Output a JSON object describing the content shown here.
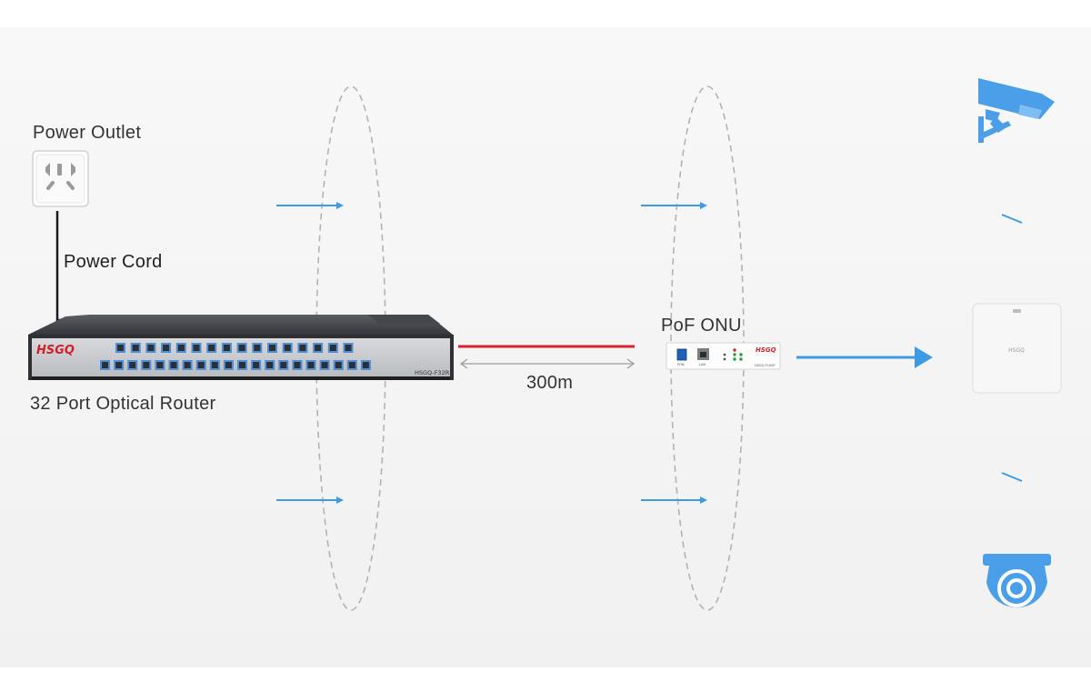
{
  "labels": {
    "power_outlet": "Power Outlet",
    "power_cord": "Power Cord",
    "router": "32 Port Optical Router",
    "onu": "PoF ONU",
    "distance": "300m"
  },
  "router": {
    "brand": "HSGQ",
    "model": "HSGQ-F32R"
  },
  "onu": {
    "brand": "HSGQ",
    "model": "HSGQ-F100P",
    "port_labels": [
      "PON",
      "LAN"
    ]
  },
  "ap": {
    "brand": "HSGQ"
  },
  "colors": {
    "accent_blue": "#3e9be3",
    "fiber_red": "#d9212f",
    "camera_blue": "#4a9fe8",
    "router_face": "#c9ccd1",
    "brand_red": "#d21f28"
  },
  "icons": [
    "power-outlet-icon",
    "bullet-camera-icon",
    "wireless-ap-icon",
    "dome-camera-icon"
  ]
}
